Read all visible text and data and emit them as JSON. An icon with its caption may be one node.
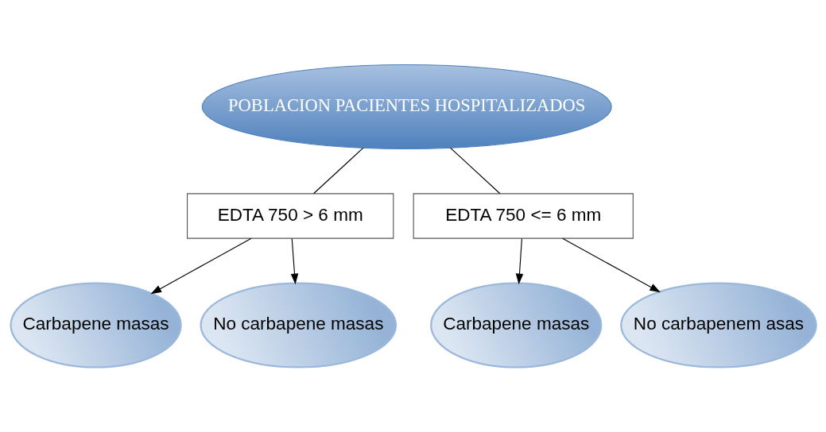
{
  "diagram": {
    "nodes": [
      {
        "text": [
          "POBLACION PACIENTES HOSPITALIZADOS"
        ]
      },
      {
        "text": [
          "EDTA 750 > 6 mm"
        ]
      },
      {
        "text": [
          "EDTA 750 <= 6 mm"
        ]
      },
      {
        "text": [
          "Carbapene masas"
        ]
      },
      {
        "text": [
          "No carbapene masas"
        ]
      },
      {
        "text": [
          "Carbapene masas"
        ]
      },
      {
        "text": [
          "No carbapenem asas"
        ]
      }
    ],
    "edges": [
      {
        "from": 0,
        "to": 1,
        "arrow": "none"
      },
      {
        "from": 0,
        "to": 2,
        "arrow": "none"
      },
      {
        "from": 1,
        "to": 3,
        "arrow": "to"
      },
      {
        "from": 1,
        "to": 4,
        "arrow": "to"
      },
      {
        "from": 2,
        "to": 5,
        "arrow": "to"
      },
      {
        "from": 2,
        "to": 6,
        "arrow": "to"
      }
    ]
  }
}
